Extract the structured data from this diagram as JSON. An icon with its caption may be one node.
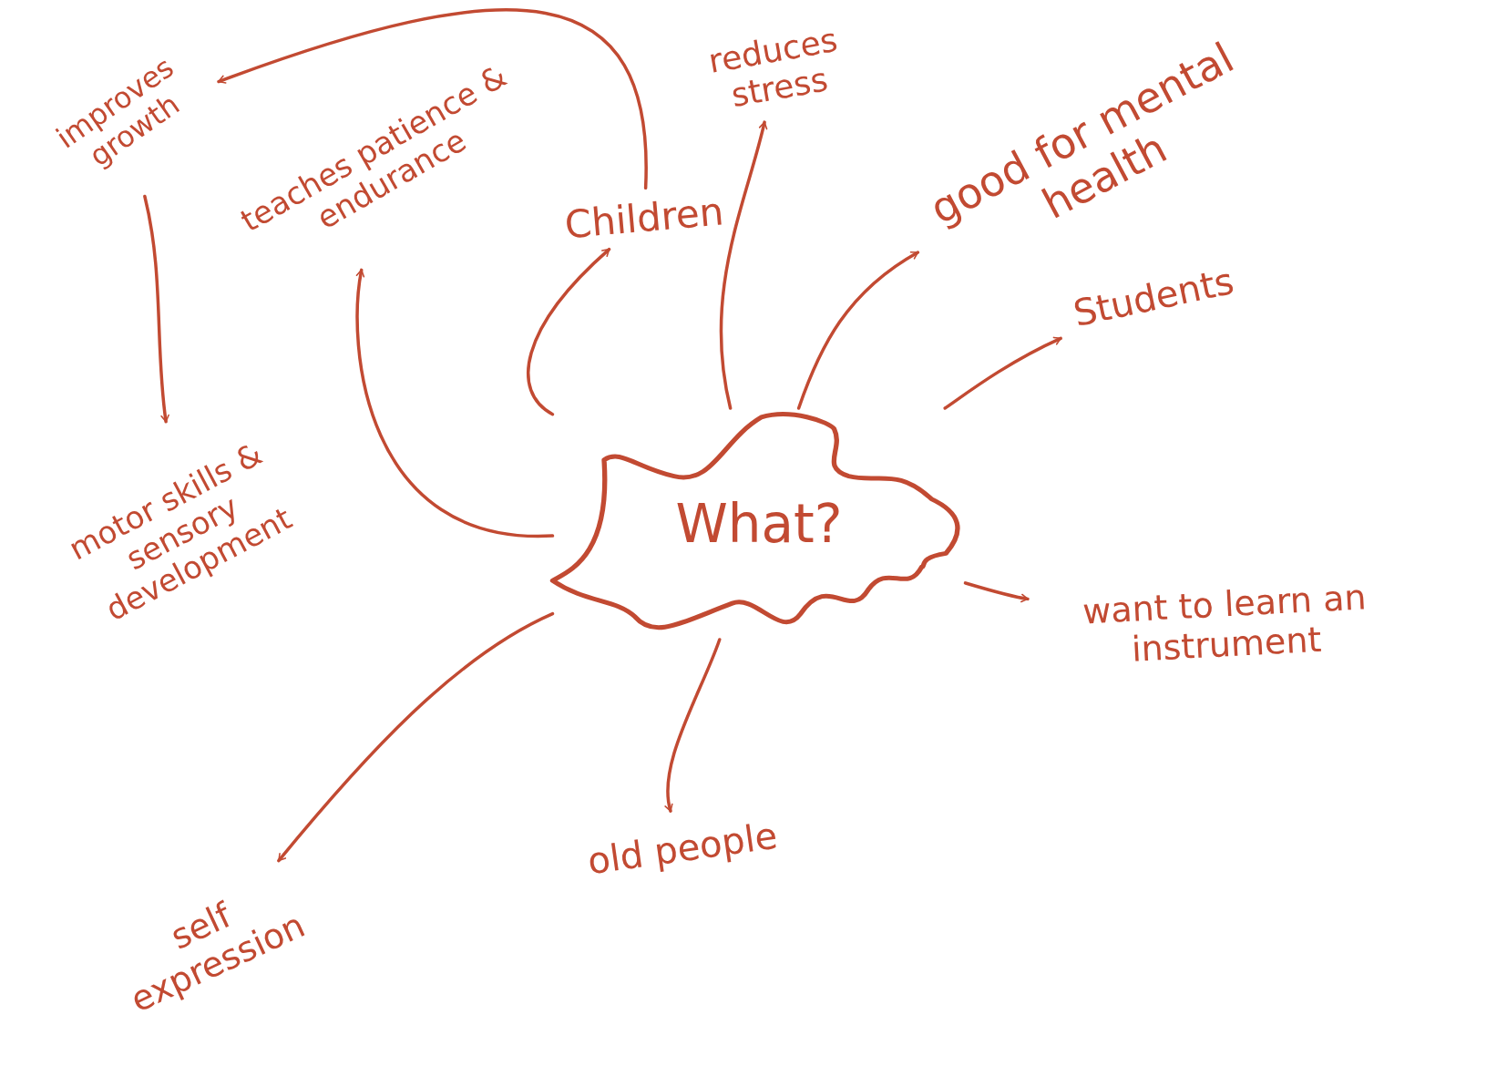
{
  "diagram": {
    "nodes": [
      {
        "text": [
          "What?"
        ]
      },
      {
        "text": [
          "Children"
        ]
      },
      {
        "text": [
          "reduces stress"
        ]
      },
      {
        "text": [
          "good for mental health"
        ]
      },
      {
        "text": [
          "Students"
        ]
      },
      {
        "text": [
          "want to learn an instrument"
        ]
      },
      {
        "text": [
          "old people"
        ]
      },
      {
        "text": [
          "self expression"
        ]
      },
      {
        "text": [
          "teaches patience & endurance"
        ]
      },
      {
        "text": [
          "improves growth"
        ]
      },
      {
        "text": [
          "motor skills & sensory development"
        ]
      }
    ],
    "edges": [
      {
        "from": 0,
        "to": 1,
        "arrow": "to"
      },
      {
        "from": 0,
        "to": 2,
        "arrow": "to"
      },
      {
        "from": 0,
        "to": 3,
        "arrow": "to"
      },
      {
        "from": 0,
        "to": 4,
        "arrow": "to"
      },
      {
        "from": 0,
        "to": 5,
        "arrow": "to"
      },
      {
        "from": 0,
        "to": 6,
        "arrow": "to"
      },
      {
        "from": 0,
        "to": 7,
        "arrow": "to"
      },
      {
        "from": 0,
        "to": 8,
        "arrow": "to"
      },
      {
        "from": 1,
        "to": 9,
        "arrow": "to"
      },
      {
        "from": 9,
        "to": 10,
        "arrow": "to"
      }
    ]
  }
}
